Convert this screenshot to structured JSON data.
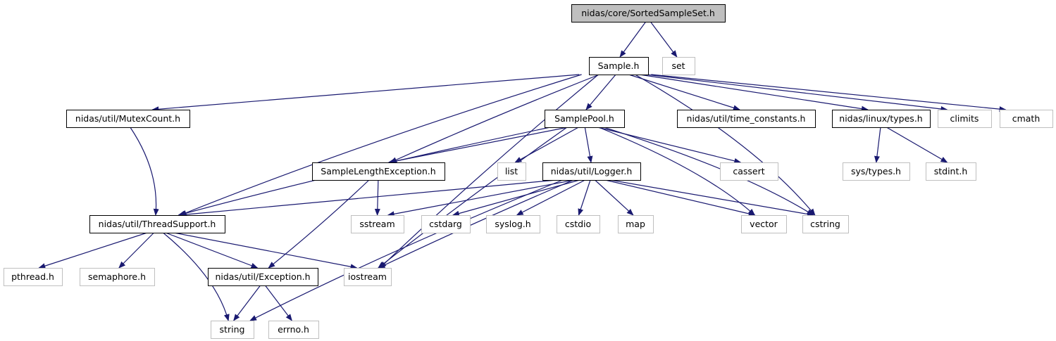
{
  "colors": {
    "edge": "#191970",
    "node_border_defined": "#000000",
    "node_border_external": "#bfbfbf",
    "root_fill": "#bfbfbf",
    "node_fill": "#ffffff"
  },
  "nodes": [
    {
      "id": "root",
      "label": "nidas/core/SortedSampleSet.h",
      "kind": "root"
    },
    {
      "id": "sample",
      "label": "Sample.h",
      "kind": "defined"
    },
    {
      "id": "set",
      "label": "set",
      "kind": "external"
    },
    {
      "id": "mutexcount",
      "label": "nidas/util/MutexCount.h",
      "kind": "defined"
    },
    {
      "id": "samplepool",
      "label": "SamplePool.h",
      "kind": "defined"
    },
    {
      "id": "timeconst",
      "label": "nidas/util/time_constants.h",
      "kind": "defined"
    },
    {
      "id": "linuxtypes",
      "label": "nidas/linux/types.h",
      "kind": "defined"
    },
    {
      "id": "climits",
      "label": "climits",
      "kind": "external"
    },
    {
      "id": "cmath",
      "label": "cmath",
      "kind": "external"
    },
    {
      "id": "samplelenexc",
      "label": "SampleLengthException.h",
      "kind": "defined"
    },
    {
      "id": "list",
      "label": "list",
      "kind": "external"
    },
    {
      "id": "logger",
      "label": "nidas/util/Logger.h",
      "kind": "defined"
    },
    {
      "id": "cassert",
      "label": "cassert",
      "kind": "external"
    },
    {
      "id": "systypes",
      "label": "sys/types.h",
      "kind": "external"
    },
    {
      "id": "stdint",
      "label": "stdint.h",
      "kind": "external"
    },
    {
      "id": "threadsupport",
      "label": "nidas/util/ThreadSupport.h",
      "kind": "defined"
    },
    {
      "id": "sstream",
      "label": "sstream",
      "kind": "external"
    },
    {
      "id": "cstdarg",
      "label": "cstdarg",
      "kind": "external"
    },
    {
      "id": "syslog",
      "label": "syslog.h",
      "kind": "external"
    },
    {
      "id": "cstdio",
      "label": "cstdio",
      "kind": "external"
    },
    {
      "id": "map",
      "label": "map",
      "kind": "external"
    },
    {
      "id": "vector",
      "label": "vector",
      "kind": "external"
    },
    {
      "id": "cstring",
      "label": "cstring",
      "kind": "external"
    },
    {
      "id": "pthread",
      "label": "pthread.h",
      "kind": "external"
    },
    {
      "id": "semaphore",
      "label": "semaphore.h",
      "kind": "external"
    },
    {
      "id": "exception",
      "label": "nidas/util/Exception.h",
      "kind": "defined"
    },
    {
      "id": "iostream",
      "label": "iostream",
      "kind": "external"
    },
    {
      "id": "string",
      "label": "string",
      "kind": "external"
    },
    {
      "id": "errno",
      "label": "errno.h",
      "kind": "external"
    }
  ],
  "edges": [
    [
      "root",
      "sample"
    ],
    [
      "root",
      "set"
    ],
    [
      "sample",
      "mutexcount"
    ],
    [
      "sample",
      "samplepool"
    ],
    [
      "sample",
      "timeconst"
    ],
    [
      "sample",
      "linuxtypes"
    ],
    [
      "sample",
      "climits"
    ],
    [
      "sample",
      "cmath"
    ],
    [
      "sample",
      "threadsupport"
    ],
    [
      "sample",
      "samplelenexc"
    ],
    [
      "sample",
      "iostream"
    ],
    [
      "sample",
      "cstring"
    ],
    [
      "mutexcount",
      "threadsupport"
    ],
    [
      "samplepool",
      "threadsupport"
    ],
    [
      "samplepool",
      "samplelenexc"
    ],
    [
      "samplepool",
      "list"
    ],
    [
      "samplepool",
      "logger"
    ],
    [
      "samplepool",
      "cassert"
    ],
    [
      "samplepool",
      "vector"
    ],
    [
      "samplepool",
      "cstring"
    ],
    [
      "samplepool",
      "iostream"
    ],
    [
      "linuxtypes",
      "systypes"
    ],
    [
      "linuxtypes",
      "stdint"
    ],
    [
      "samplelenexc",
      "sstream"
    ],
    [
      "samplelenexc",
      "exception"
    ],
    [
      "logger",
      "threadsupport"
    ],
    [
      "logger",
      "sstream"
    ],
    [
      "logger",
      "cstdarg"
    ],
    [
      "logger",
      "syslog"
    ],
    [
      "logger",
      "cstdio"
    ],
    [
      "logger",
      "map"
    ],
    [
      "logger",
      "vector"
    ],
    [
      "logger",
      "cstring"
    ],
    [
      "logger",
      "iostream"
    ],
    [
      "logger",
      "string"
    ],
    [
      "threadsupport",
      "pthread"
    ],
    [
      "threadsupport",
      "semaphore"
    ],
    [
      "threadsupport",
      "exception"
    ],
    [
      "threadsupport",
      "iostream"
    ],
    [
      "threadsupport",
      "string"
    ],
    [
      "exception",
      "string"
    ],
    [
      "exception",
      "errno"
    ]
  ]
}
